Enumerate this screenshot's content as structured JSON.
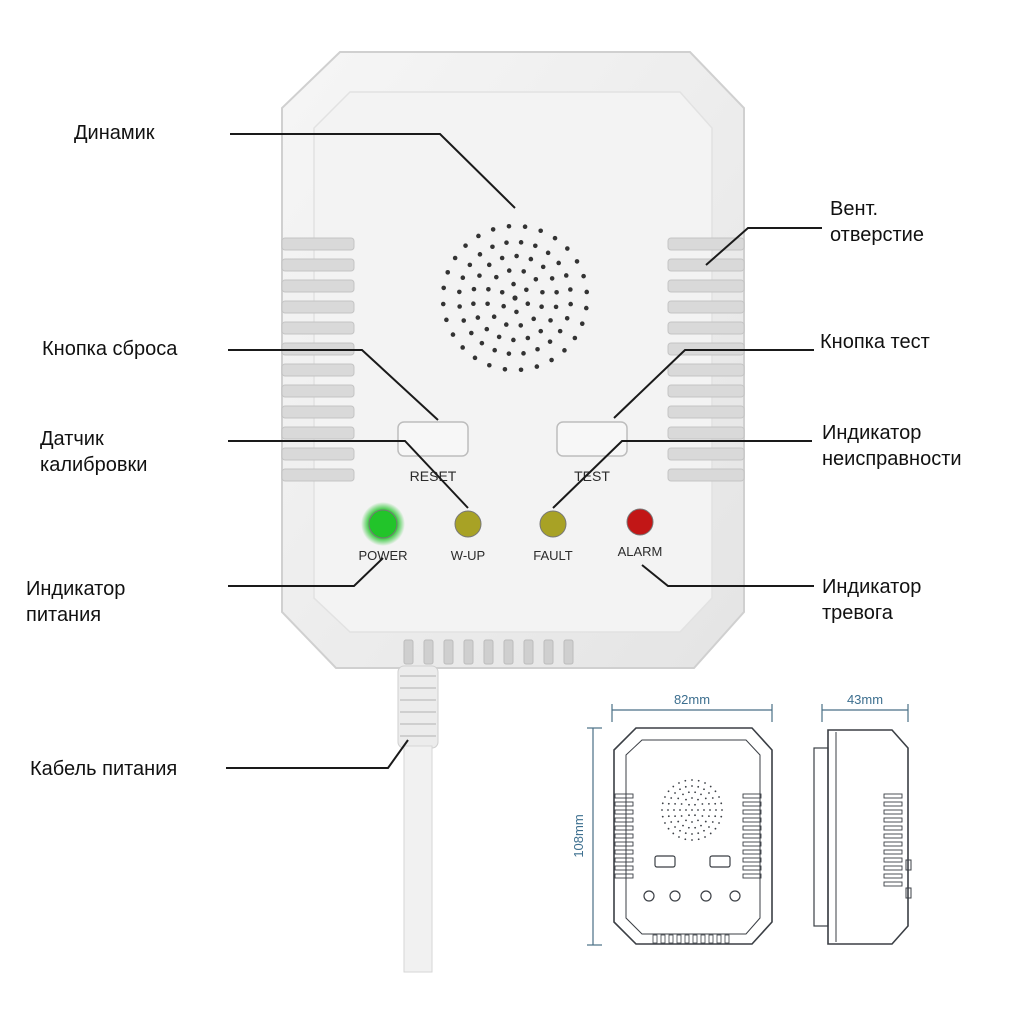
{
  "callouts": {
    "speaker": "Динамик",
    "vent": "Вент.\nотверстие",
    "reset_button": "Кнопка сброса",
    "test_button": "Кнопка тест",
    "calibration_sensor": "Датчик\nкалибровки",
    "fault_indicator": "Индикатор\nнеисправности",
    "power_indicator": "Индикатор\nпитания",
    "alarm_indicator": "Индикатор\nтревога",
    "power_cable": "Кабель питания"
  },
  "device": {
    "buttons": {
      "reset": "RESET",
      "test": "TEST"
    },
    "leds": [
      {
        "label": "POWER",
        "color": "#22c42a"
      },
      {
        "label": "W-UP",
        "color": "#a8a225"
      },
      {
        "label": "FAULT",
        "color": "#a8a225"
      },
      {
        "label": "ALARM",
        "color": "#c21616"
      }
    ]
  },
  "dimensions": {
    "width": "82mm",
    "height": "108mm",
    "depth": "43mm"
  }
}
